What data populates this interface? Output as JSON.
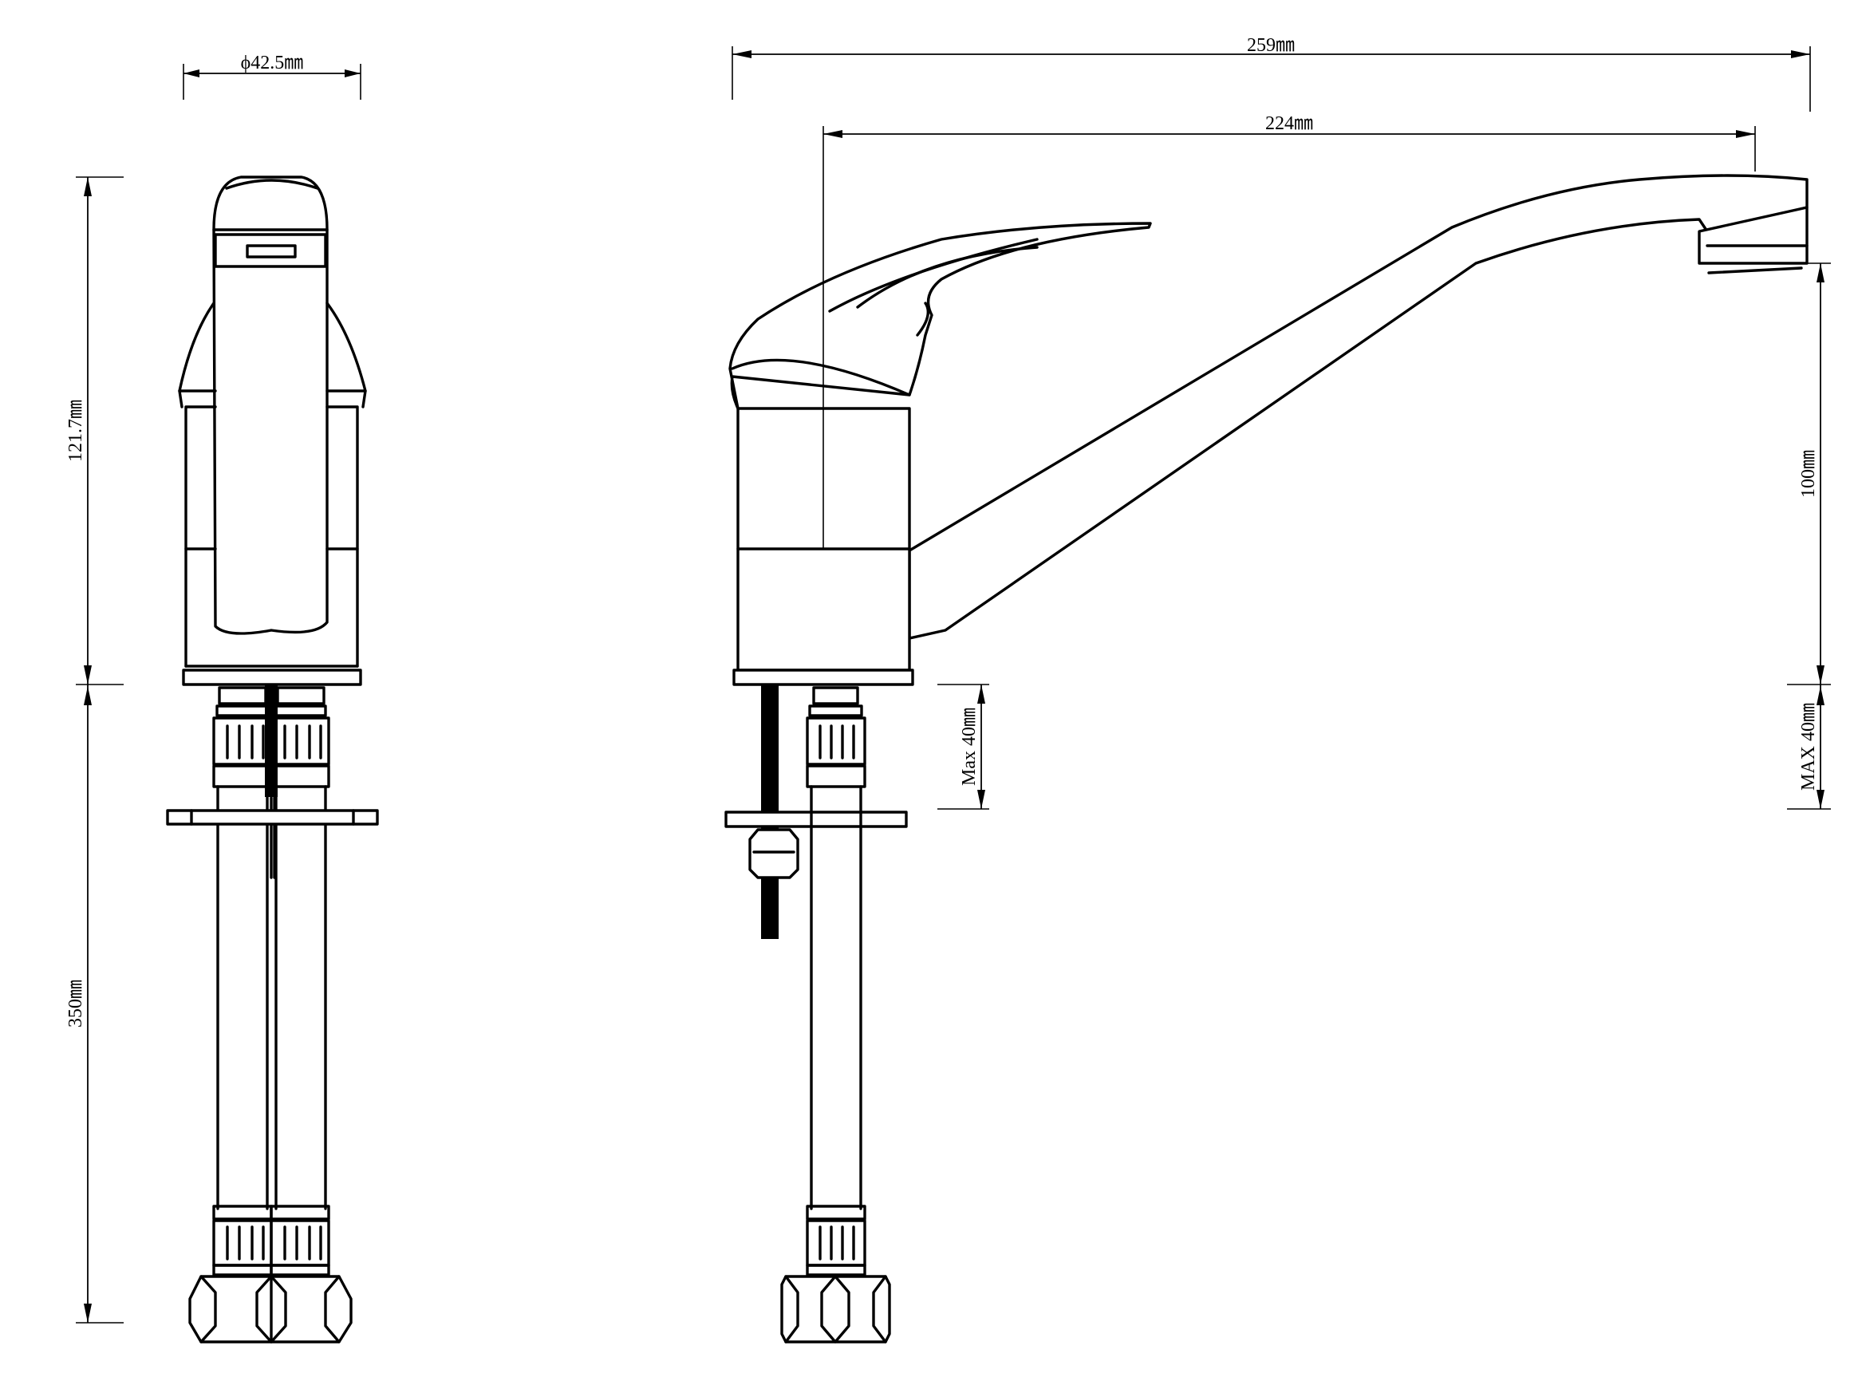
{
  "dimensions": {
    "diameter": "ϕ42.5㎜",
    "overall_length": "259㎜",
    "reach": "224㎜",
    "body_height": "121.7㎜",
    "hose_length": "350㎜",
    "spout_height": "100㎜",
    "max_thickness_left": "Max 40㎜",
    "max_thickness_right": "MAX 40㎜"
  }
}
